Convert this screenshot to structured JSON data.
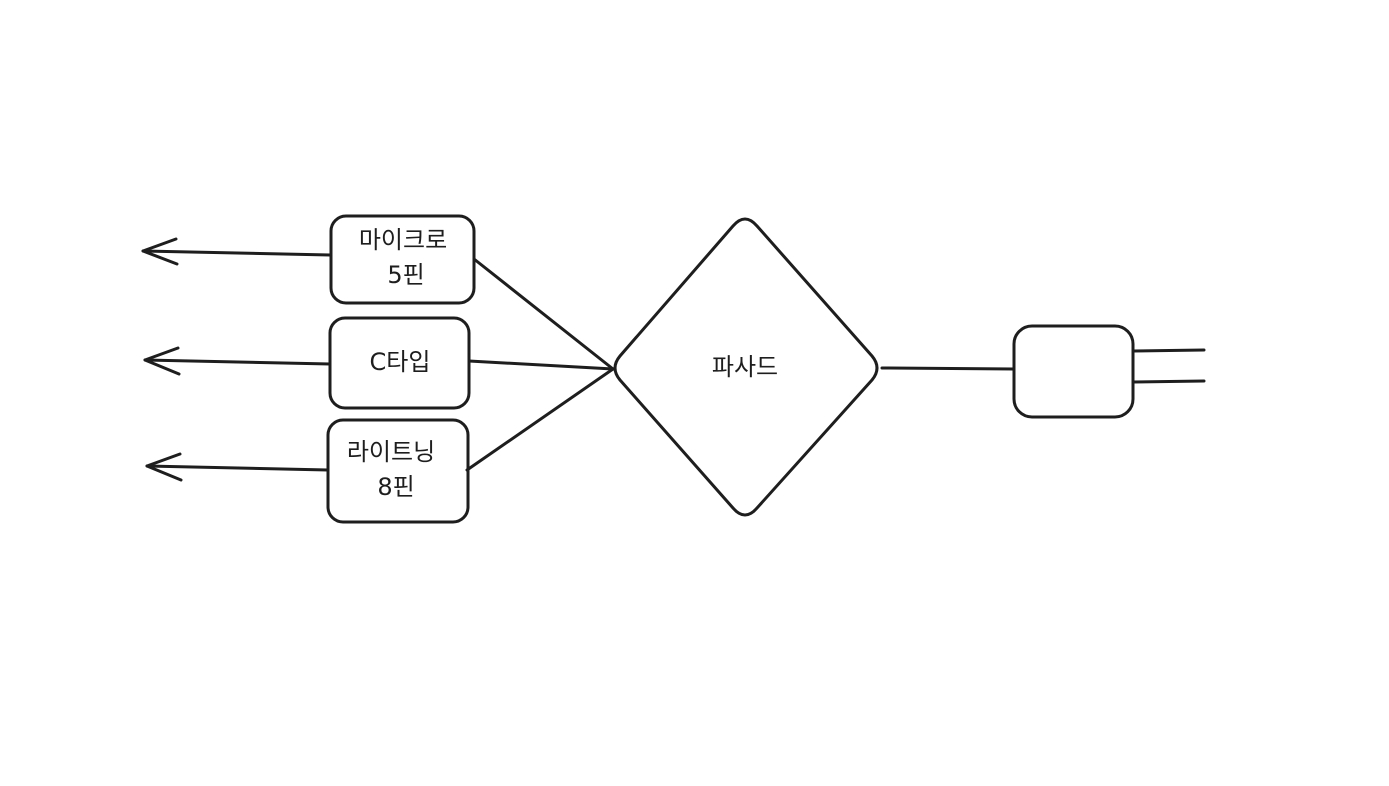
{
  "colors": {
    "background": "#ffffff",
    "stroke": "#1e1e1e"
  },
  "nodes": {
    "micro5pin": {
      "line1": "마이크로",
      "line2": "5핀"
    },
    "ctype": {
      "label": "C타입"
    },
    "lightning8pin": {
      "line1": "라이트닝",
      "line2": "8핀"
    },
    "splitter": {
      "label": "파사드"
    },
    "plug": {
      "label": ""
    }
  }
}
